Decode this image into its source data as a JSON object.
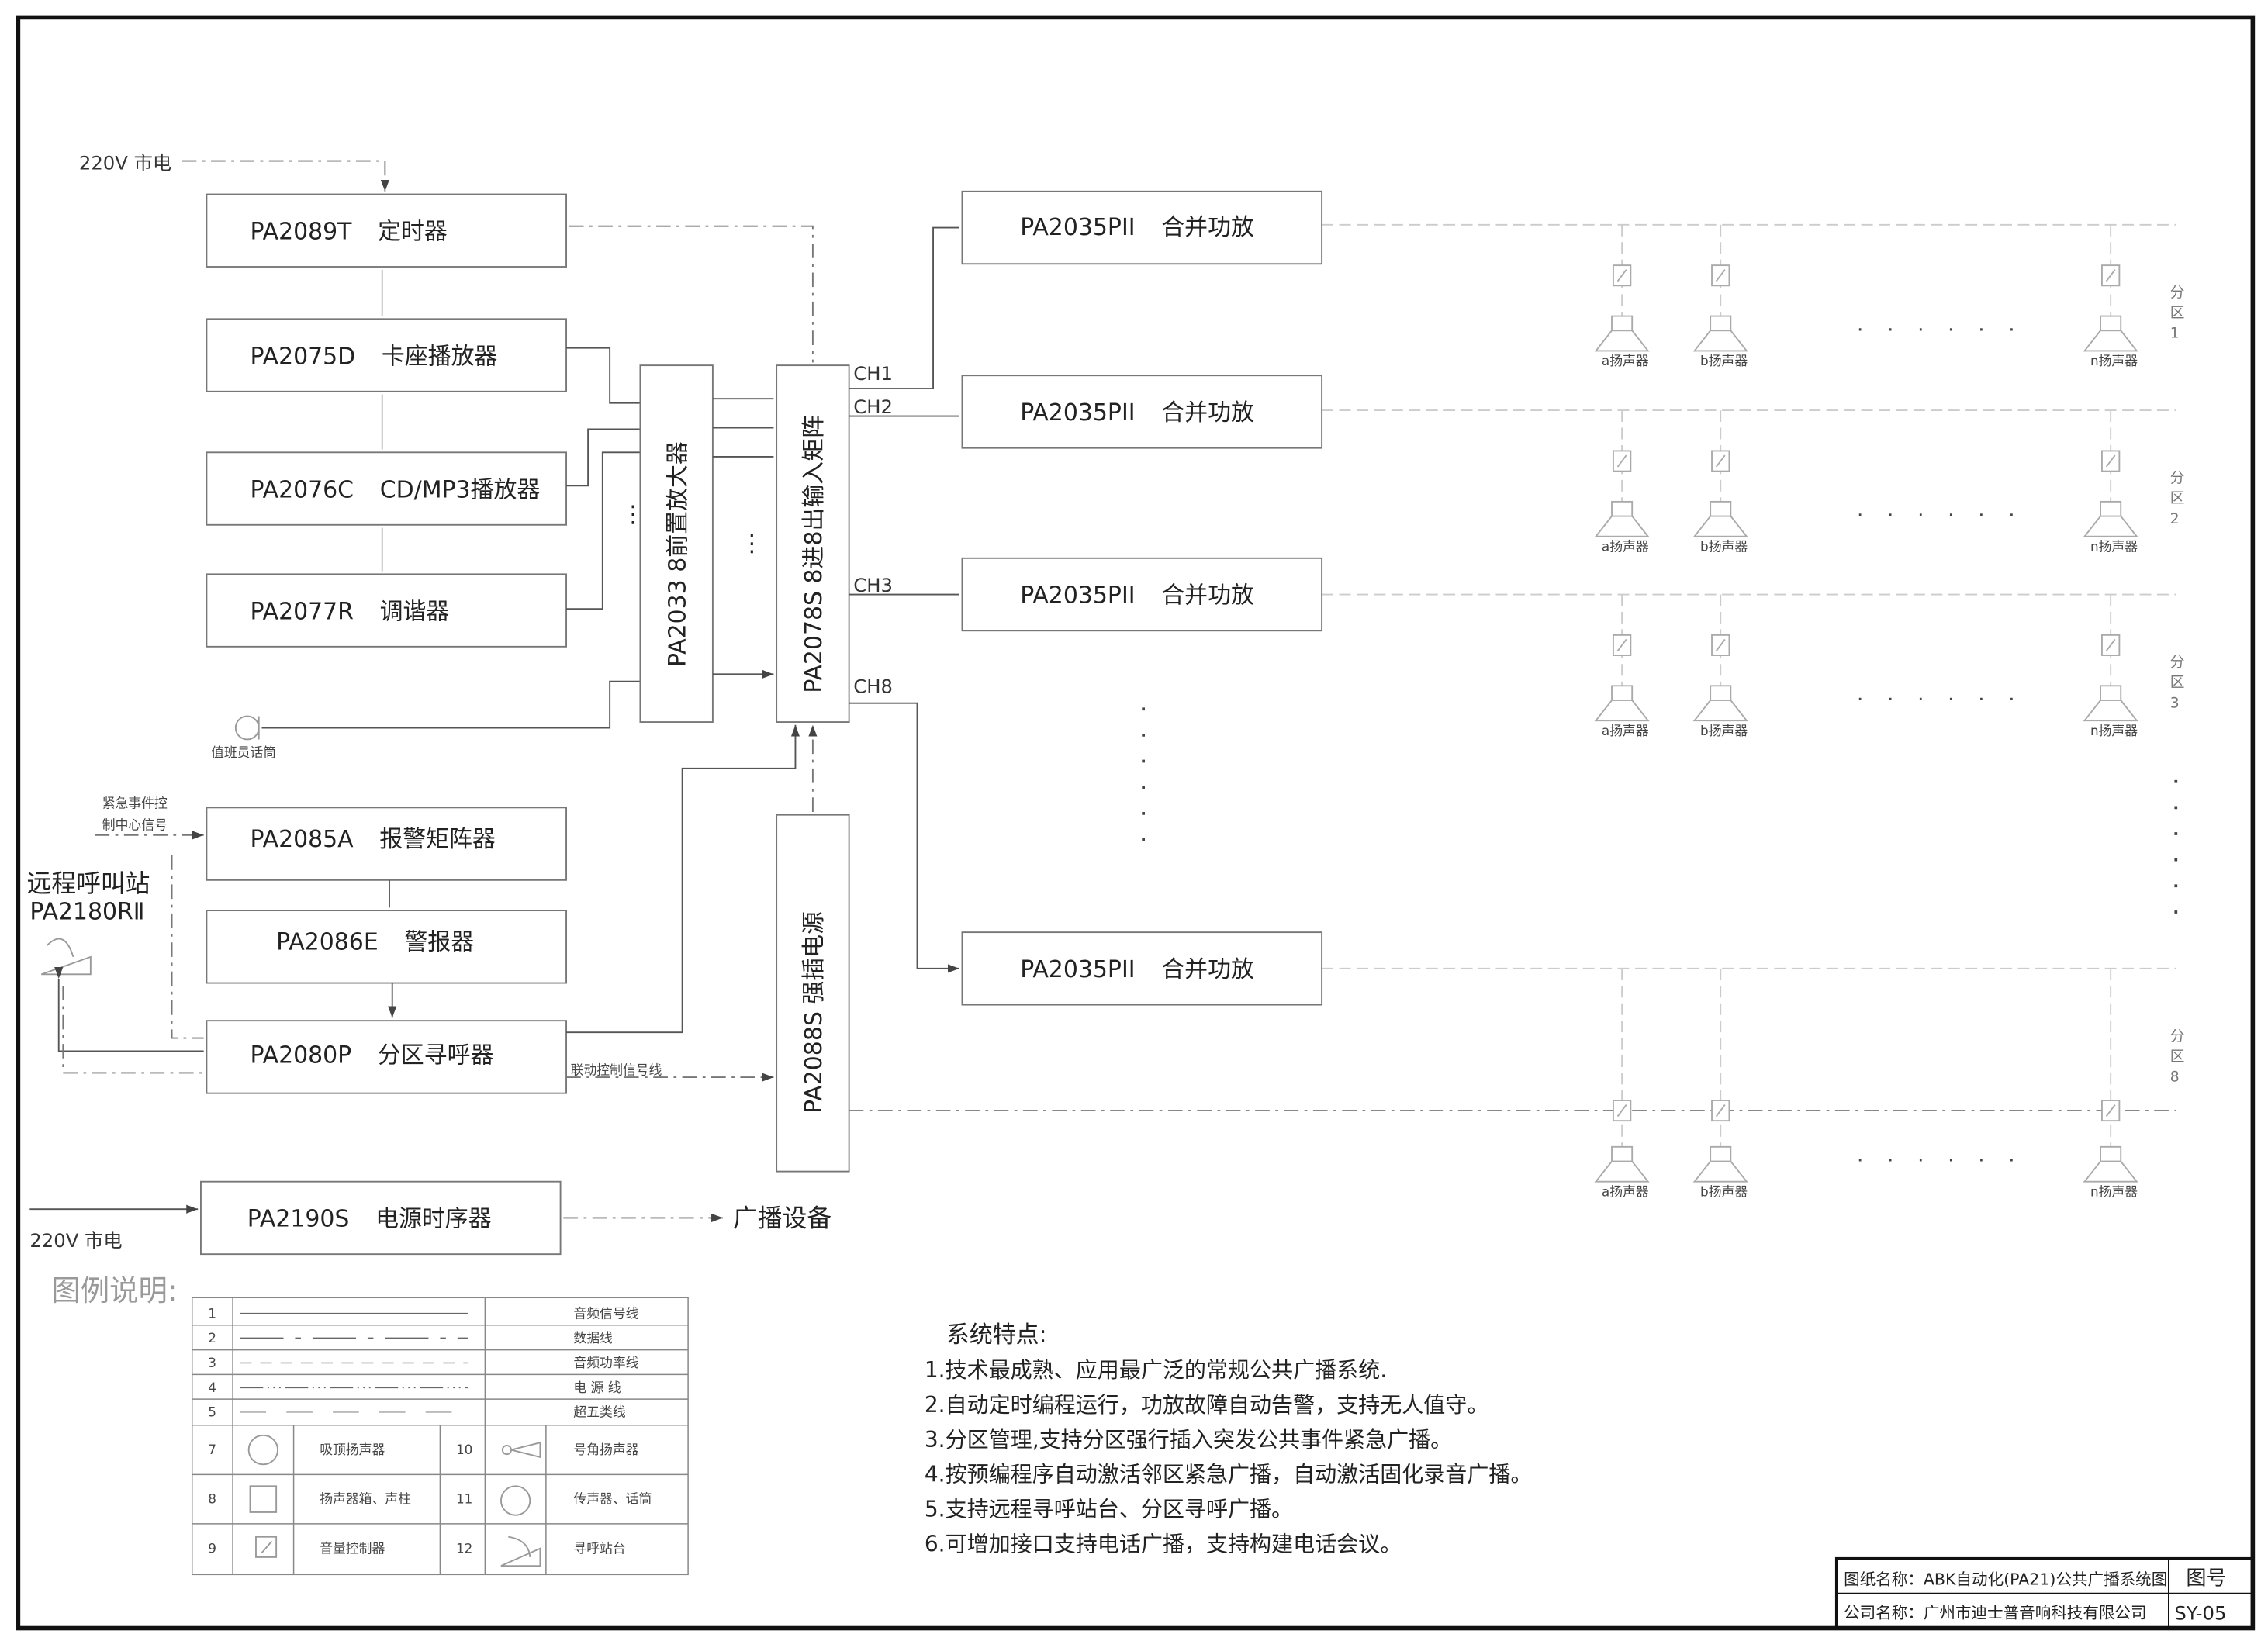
{
  "mains_top": "220V 市电",
  "mains_bottom": "220V 市电",
  "sources": [
    {
      "model": "PA2089T",
      "name": "定时器"
    },
    {
      "model": "PA2075D",
      "name": "卡座播放器"
    },
    {
      "model": "PA2076C",
      "name": "CD/MP3播放器"
    },
    {
      "model": "PA2077R",
      "name": "调谐器"
    }
  ],
  "preamp": "PA2033   8前置放大器",
  "matrix": "PA2078S   8进8出输入矩阵",
  "power_insert": "PA2088S   强插电源",
  "channels": [
    "CH1",
    "CH2",
    "CH3",
    "CH8"
  ],
  "amps": [
    {
      "model": "PA2035PII",
      "name": "合并功放"
    },
    {
      "model": "PA2035PII",
      "name": "合并功放"
    },
    {
      "model": "PA2035PII",
      "name": "合并功放"
    },
    {
      "model": "PA2035PII",
      "name": "合并功放"
    }
  ],
  "mic_label": "值班员话筒",
  "emergency_signal": [
    "紧急事件控",
    "制中心信号"
  ],
  "remote_station": [
    "远程呼叫站",
    "PA2180RⅡ"
  ],
  "alarm": [
    {
      "model": "PA2085A",
      "name": "报警矩阵器"
    },
    {
      "model": "PA2086E",
      "name": "警报器"
    },
    {
      "model": "PA2080P",
      "name": "分区寻呼器"
    }
  ],
  "linkage_signal": "联动控制信号线",
  "sequencer": {
    "model": "PA2190S",
    "name": "电源时序器"
  },
  "broadcast_equipment": "广播设备",
  "zones": [
    {
      "label": [
        "分",
        "区",
        "1"
      ],
      "speakers": [
        "a扬声器",
        "b扬声器",
        "n扬声器"
      ]
    },
    {
      "label": [
        "分",
        "区",
        "2"
      ],
      "speakers": [
        "a扬声器",
        "b扬声器",
        "n扬声器"
      ]
    },
    {
      "label": [
        "分",
        "区",
        "3"
      ],
      "speakers": [
        "a扬声器",
        "b扬声器",
        "n扬声器"
      ]
    },
    {
      "label": [
        "分",
        "区",
        "8"
      ],
      "speakers": [
        "a扬声器",
        "b扬声器",
        "n扬声器"
      ]
    }
  ],
  "legend_title": "图例说明:",
  "legend_lines": [
    {
      "no": "1",
      "label": "音频信号线"
    },
    {
      "no": "2",
      "label": "数据线"
    },
    {
      "no": "3",
      "label": "音频功率线"
    },
    {
      "no": "4",
      "label": "电 源 线"
    },
    {
      "no": "5",
      "label": "超五类线"
    }
  ],
  "legend_symbols": [
    {
      "no": "7",
      "label": "吸顶扬声器",
      "no2": "10",
      "label2": "号角扬声器"
    },
    {
      "no": "8",
      "label": "扬声器箱、声柱",
      "no2": "11",
      "label2": "传声器、话筒"
    },
    {
      "no": "9",
      "label": "音量控制器",
      "no2": "12",
      "label2": "寻呼站台"
    }
  ],
  "features": {
    "title": "系统特点:",
    "items": [
      "1.技术最成熟、应用最广泛的常规公共广播系统.",
      "2.自动定时编程运行，功放故障自动告警，支持无人值守。",
      "3.分区管理,支持分区强行插入突发公共事件紧急广播。",
      "4.按预编程序自动激活邻区紧急广播，自动激活固化录音广播。",
      "5.支持远程寻呼站台、分区寻呼广播。",
      "6.可增加接口支持电话广播，支持构建电话会议。"
    ]
  },
  "title_block": {
    "drawing_name": "图纸名称：ABK自动化(PA21)公共广播系统图",
    "company": "公司名称：广州市迪士普音响科技有限公司",
    "no_label": "图号",
    "no_value": "SY-05"
  }
}
